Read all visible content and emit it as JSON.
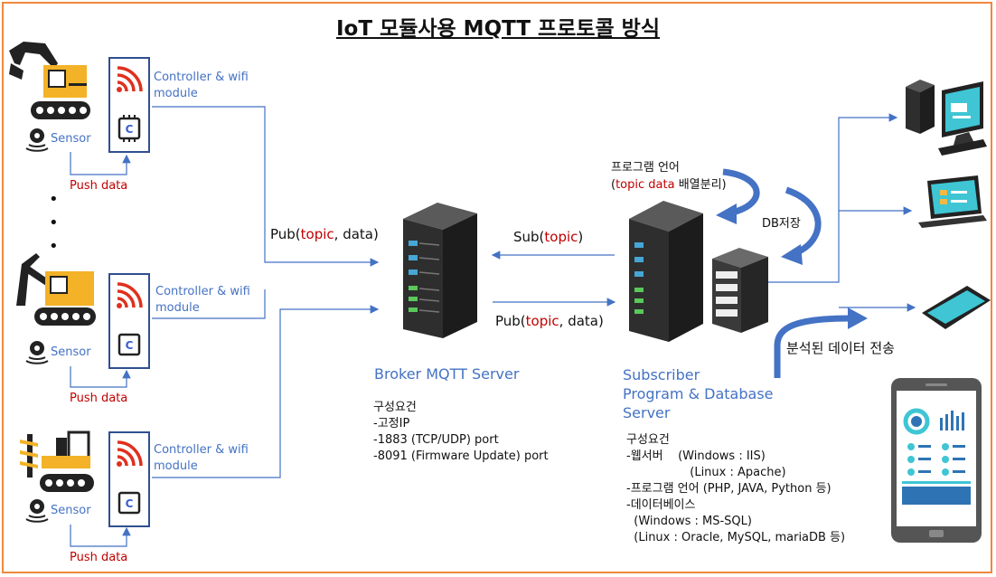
{
  "title": "IoT 모듈사용 MQTT 프로토콜 방식",
  "devices": [
    {
      "controller_label": "Controller & wifi module",
      "sensor_label": "Sensor",
      "push_label": "Push data",
      "machine_icon": "excavator-icon"
    },
    {
      "controller_label": "Controller & wifi module",
      "sensor_label": "Sensor",
      "push_label": "Push data",
      "machine_icon": "long-arm-excavator-icon"
    },
    {
      "controller_label": "Controller & wifi module",
      "sensor_label": "Sensor",
      "push_label": "Push data",
      "machine_icon": "drilling-rig-icon"
    }
  ],
  "ellipsis": "•",
  "pub_left": {
    "prefix": "Pub(",
    "topic": "topic",
    "suffix": ", data)"
  },
  "sub": {
    "prefix": "Sub(",
    "topic": "topic",
    "suffix": ")"
  },
  "pub_right": {
    "prefix": "Pub(",
    "topic": "topic",
    "suffix": ", data)"
  },
  "broker": {
    "title": "Broker MQTT Server",
    "req_title": "구성요건",
    "req": [
      "-고정IP",
      "-1883 (TCP/UDP) port",
      "-8091 (Firmware Update) port"
    ]
  },
  "subscriber": {
    "title_lines": [
      "Subscriber",
      "Program & Database",
      "Server"
    ],
    "req_title": "구성요건",
    "req": [
      "-웹서버    (Windows : IIS)",
      "                 (Linux : Apache)",
      "-프로그램 언어 (PHP, JAVA, Python 등)",
      "-데이터베이스",
      "  (Windows : MS-SQL)",
      "  (Linux : Oracle, MySQL, mariaDB 등)"
    ]
  },
  "program_lang": {
    "line1": "프로그램 언어",
    "topic": "topic",
    "data": " data",
    "suffix": " 배열분리)",
    "open": "("
  },
  "db_save": "DB저장",
  "analysis_send": "분석된 데이터 전송",
  "clients": [
    "desktop-pc-icon",
    "laptop-icon",
    "tablet-icon",
    "smartphone-icon"
  ],
  "colors": {
    "accent": "#4472c4",
    "topic": "#c00000",
    "border": "#f0883c",
    "arrow": "#5b9bd5"
  }
}
